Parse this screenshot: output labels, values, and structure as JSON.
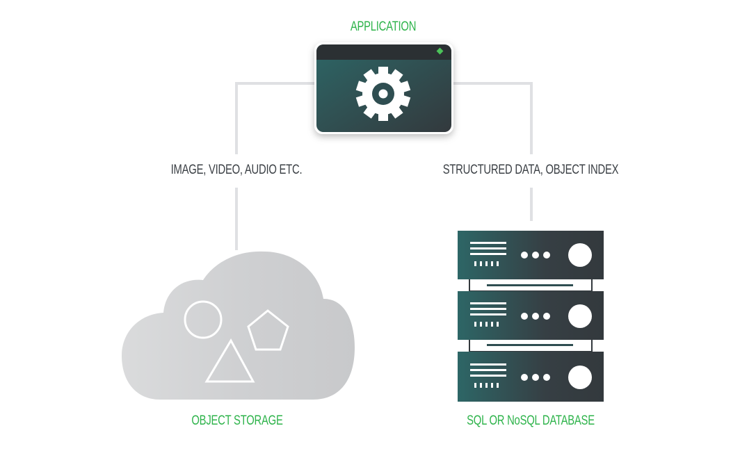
{
  "diagram": {
    "nodes": {
      "application": {
        "label": "APPLICATION",
        "icon": "gear-icon"
      },
      "object_storage": {
        "label": "OBJECT STORAGE",
        "icon": "cloud-icon",
        "contents": [
          "circle-shape",
          "pentagon-shape",
          "triangle-shape"
        ]
      },
      "database": {
        "label": "SQL OR NoSQL DATABASE",
        "icon": "server-rack-icon",
        "units": 3
      }
    },
    "edges": [
      {
        "from": "application",
        "to": "object_storage",
        "label": "IMAGE, VIDEO, AUDIO ETC."
      },
      {
        "from": "application",
        "to": "database",
        "label": "STRUCTURED DATA, OBJECT INDEX"
      }
    ],
    "colors": {
      "accent": "#2db34a",
      "text": "#3a3f44",
      "panel_start": "#2d6666",
      "panel_end": "#33393d",
      "connector": "#dfe0e3",
      "cloud": "#cfd0d2"
    }
  }
}
